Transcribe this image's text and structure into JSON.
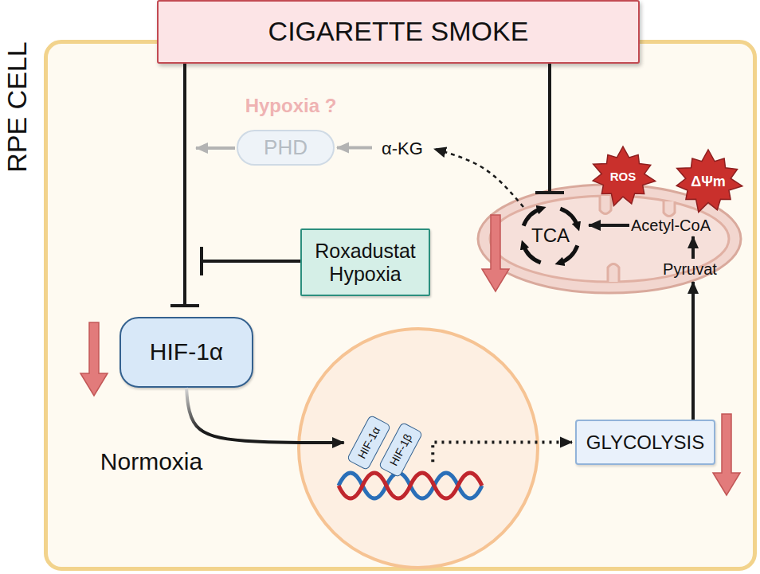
{
  "diagram": {
    "nodes": [
      {
        "text": [
          "CIGARETTE SMOKE"
        ]
      },
      {
        "text": [
          "RPE CELL"
        ]
      },
      {
        "text": [
          "PHD"
        ],
        "in": 1
      },
      {
        "text": [
          "α-KG"
        ],
        "in": 1
      },
      {
        "text": [
          "Roxadustat Hypoxia"
        ],
        "in": 1
      },
      {
        "text": [
          "HIF-1α"
        ],
        "in": 1
      },
      {
        "text": [
          "HIF-1α"
        ],
        "in": 1
      },
      {
        "text": [
          "HIF-1β"
        ],
        "in": 1
      },
      {
        "text": [
          "GLYCOLYSIS"
        ],
        "in": 1
      },
      {
        "text": [
          "TCA"
        ],
        "in": 1
      },
      {
        "text": [
          "Acetyl-CoA"
        ],
        "in": 1
      },
      {
        "text": [
          "Pyruvat"
        ],
        "in": 1
      },
      {
        "text": [
          "ROS"
        ],
        "in": 1
      },
      {
        "text": [
          "ΔΨm"
        ],
        "in": 1
      }
    ],
    "edges": [
      {
        "from": 0,
        "to": 5,
        "arrow": "to"
      },
      {
        "from": 0,
        "to": 9,
        "arrow": "to"
      },
      {
        "from": 3,
        "to": 2,
        "arrow": "to"
      },
      {
        "from": 9,
        "to": 3,
        "arrow": "to"
      },
      {
        "from": 5,
        "to": 6,
        "arrow": "to"
      },
      {
        "from": 7,
        "to": 8,
        "arrow": "to"
      },
      {
        "from": 8,
        "to": 11,
        "arrow": "to"
      },
      {
        "from": 11,
        "to": 10,
        "arrow": "to"
      },
      {
        "from": 10,
        "to": 9,
        "arrow": "to"
      }
    ],
    "labels": [
      "Hypoxia ?",
      "Normoxia"
    ]
  }
}
